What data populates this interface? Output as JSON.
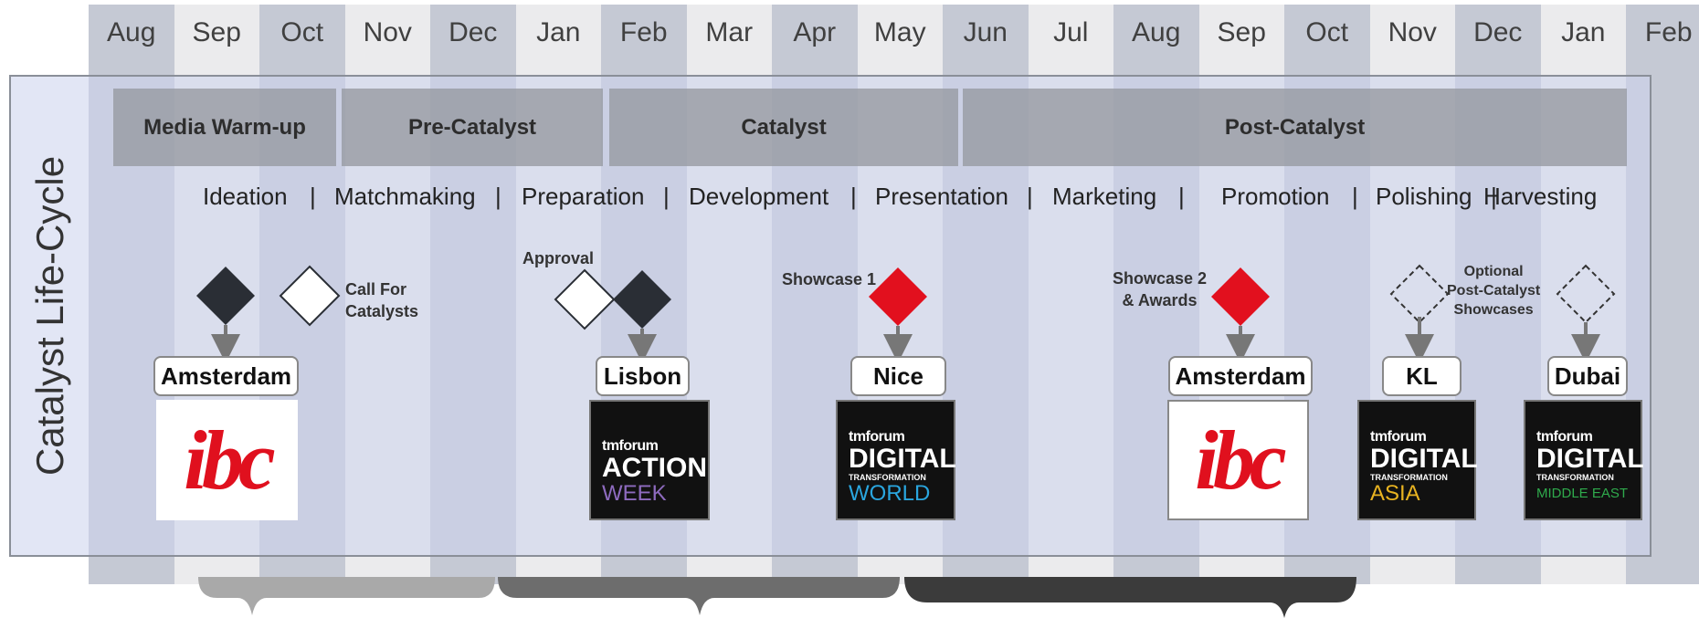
{
  "months": [
    "Aug",
    "Sep",
    "Oct",
    "Nov",
    "Dec",
    "Jan",
    "Feb",
    "Mar",
    "Apr",
    "May",
    "Jun",
    "Jul",
    "Aug",
    "Sep",
    "Oct",
    "Nov",
    "Dec",
    "Jan",
    "Feb"
  ],
  "lifecycle_title": "Catalyst Life-Cycle",
  "phases": [
    "Media Warm-up",
    "Pre-Catalyst",
    "Catalyst",
    "Post-Catalyst"
  ],
  "activities": [
    "Ideation",
    "|",
    "Matchmaking",
    "|",
    "Preparation",
    "|",
    "Development",
    "|",
    "Presentation",
    "|",
    "Marketing",
    "|",
    "Promotion",
    "|",
    "Polishing",
    "|",
    "Harvesting"
  ],
  "notes": {
    "call_for_catalysts": "Call For\nCatalysts",
    "approval": "Approval",
    "showcase1": "Showcase 1",
    "showcase2": "Showcase 2\n& Awards",
    "optional": "Optional\nPost-Catalyst\nShowcases"
  },
  "cities": [
    "Amsterdam",
    "Lisbon",
    "Nice",
    "Amsterdam",
    "KL",
    "Dubai"
  ],
  "logos": {
    "ibc": "ibc",
    "tmf_brand": "tmforum",
    "action_week": {
      "line1": "ACTION",
      "line2": "WEEK"
    },
    "dtw": {
      "line1": "DIGITAL",
      "line2": "TRANSFORMATION",
      "line3": "WORLD"
    },
    "dta": {
      "line1": "DIGITAL",
      "line2": "TRANSFORMATION",
      "line3": "ASIA"
    },
    "dtme": {
      "line1": "DIGITAL",
      "line2": "TRANSFORMATION",
      "line3": "MIDDLE EAST"
    }
  },
  "colors": {
    "month_dark": "#c5c9d4",
    "month_light": "#ebebed",
    "diamond_dark": "#2a2e35",
    "diamond_red": "#e2101e",
    "brace_light": "#a9a9a9",
    "brace_mid": "#6d6d6d",
    "brace_dark": "#3b3b3b",
    "action_purple": "#8e6bbf",
    "dtw_blue": "#2aa6df",
    "dta_gold": "#e8b321",
    "dtme_green": "#2faa4c"
  }
}
